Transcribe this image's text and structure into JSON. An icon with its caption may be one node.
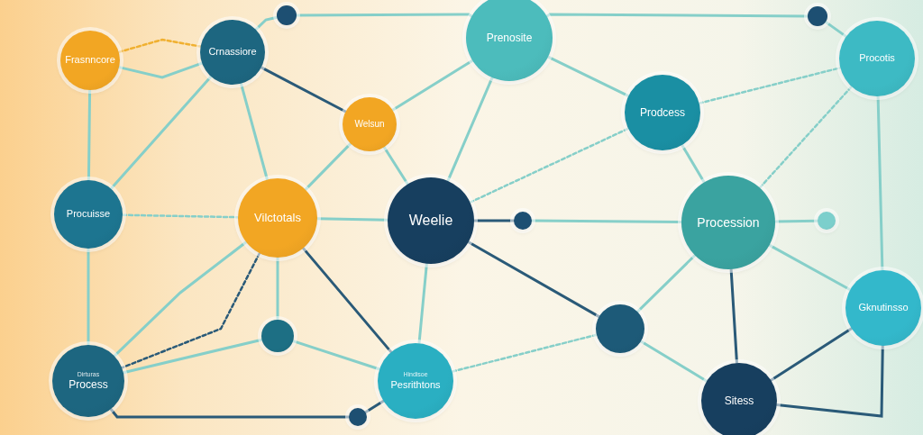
{
  "diagram": {
    "nodes": [
      {
        "text": [
          "Frasnncore"
        ]
      },
      {
        "text": [
          "Crnassiore"
        ]
      },
      {
        "text": [
          "Prenosite"
        ]
      },
      {
        "text": [
          "Procotis"
        ]
      },
      {
        "text": [
          "Welsun"
        ]
      },
      {
        "text": [
          "Prodcess"
        ]
      },
      {
        "text": [
          "Procuisse"
        ]
      },
      {
        "text": [
          "Vilctotals"
        ]
      },
      {
        "text": [
          "Weelie"
        ]
      },
      {
        "text": [
          "Procession"
        ]
      },
      {
        "text": [],
        "shape": "circle"
      },
      {
        "text": [
          "Gknutinsso"
        ]
      },
      {
        "text": [],
        "shape": "circle"
      },
      {
        "text": [],
        "shape": "circle"
      },
      {
        "text": [
          "Dirturas",
          "Process"
        ]
      },
      {
        "text": [
          "Hindisoe",
          "Pesrithtons"
        ]
      },
      {
        "text": [
          "Sitess"
        ]
      },
      {
        "text": [],
        "shape": "circle"
      },
      {
        "text": [],
        "shape": "circle"
      },
      {
        "text": [],
        "shape": "circle"
      },
      {
        "text": [],
        "shape": "circle"
      }
    ],
    "edges": [
      {
        "from": 0,
        "to": 1,
        "arrow": "none",
        "style": "dashed",
        "color": "#f0b030"
      },
      {
        "from": 0,
        "to": 1,
        "arrow": "none"
      },
      {
        "from": 0,
        "to": 6,
        "arrow": "none"
      },
      {
        "from": 1,
        "to": 6,
        "arrow": "none"
      },
      {
        "from": 1,
        "to": 7,
        "arrow": "none"
      },
      {
        "from": 1,
        "to": 4,
        "arrow": "none",
        "color": "#2a5a78"
      },
      {
        "from": 1,
        "to": 10,
        "arrow": "none"
      },
      {
        "from": 10,
        "to": 2,
        "arrow": "none"
      },
      {
        "from": 2,
        "to": 12,
        "arrow": "none"
      },
      {
        "from": 12,
        "to": 3,
        "arrow": "none"
      },
      {
        "from": 4,
        "to": 2,
        "arrow": "none"
      },
      {
        "from": 4,
        "to": 7,
        "arrow": "none"
      },
      {
        "from": 4,
        "to": 8,
        "arrow": "none"
      },
      {
        "from": 2,
        "to": 8,
        "arrow": "none"
      },
      {
        "from": 2,
        "to": 5,
        "arrow": "none"
      },
      {
        "from": 5,
        "to": 3,
        "arrow": "none",
        "style": "dashed"
      },
      {
        "from": 5,
        "to": 9,
        "arrow": "none"
      },
      {
        "from": 9,
        "to": 3,
        "arrow": "none",
        "style": "dashed"
      },
      {
        "from": 3,
        "to": 11,
        "arrow": "none"
      },
      {
        "from": 6,
        "to": 7,
        "arrow": "none",
        "style": "dashed"
      },
      {
        "from": 7,
        "to": 8,
        "arrow": "none"
      },
      {
        "from": 8,
        "to": 13,
        "arrow": "none",
        "color": "#2a5a78"
      },
      {
        "from": 13,
        "to": 9,
        "arrow": "none"
      },
      {
        "from": 9,
        "to": 17,
        "arrow": "none"
      },
      {
        "from": 8,
        "to": 5,
        "arrow": "none",
        "style": "dashed"
      },
      {
        "from": 8,
        "to": 18,
        "arrow": "none",
        "color": "#2a5a78"
      },
      {
        "from": 9,
        "to": 18,
        "arrow": "none"
      },
      {
        "from": 9,
        "to": 16,
        "arrow": "none",
        "color": "#2a5a78"
      },
      {
        "from": 9,
        "to": 11,
        "arrow": "none"
      },
      {
        "from": 11,
        "to": 16,
        "arrow": "none",
        "color": "#2a5a78"
      },
      {
        "from": 11,
        "to": 16,
        "arrow": "none",
        "color": "#2a5a78"
      },
      {
        "from": 6,
        "to": 14,
        "arrow": "none"
      },
      {
        "from": 7,
        "to": 14,
        "arrow": "none"
      },
      {
        "from": 7,
        "to": 14,
        "arrow": "none",
        "style": "dashed",
        "color": "#2a5a78"
      },
      {
        "from": 7,
        "to": 19,
        "arrow": "none"
      },
      {
        "from": 7,
        "to": 15,
        "arrow": "none",
        "color": "#2a5a78"
      },
      {
        "from": 19,
        "to": 14,
        "arrow": "none"
      },
      {
        "from": 19,
        "to": 15,
        "arrow": "none"
      },
      {
        "from": 8,
        "to": 15,
        "arrow": "none"
      },
      {
        "from": 14,
        "to": 20,
        "arrow": "none",
        "color": "#2a5a78"
      },
      {
        "from": 20,
        "to": 15,
        "arrow": "none",
        "color": "#2a5a78"
      },
      {
        "from": 18,
        "to": 15,
        "arrow": "none",
        "style": "dashed"
      },
      {
        "from": 18,
        "to": 16,
        "arrow": "none"
      }
    ]
  }
}
